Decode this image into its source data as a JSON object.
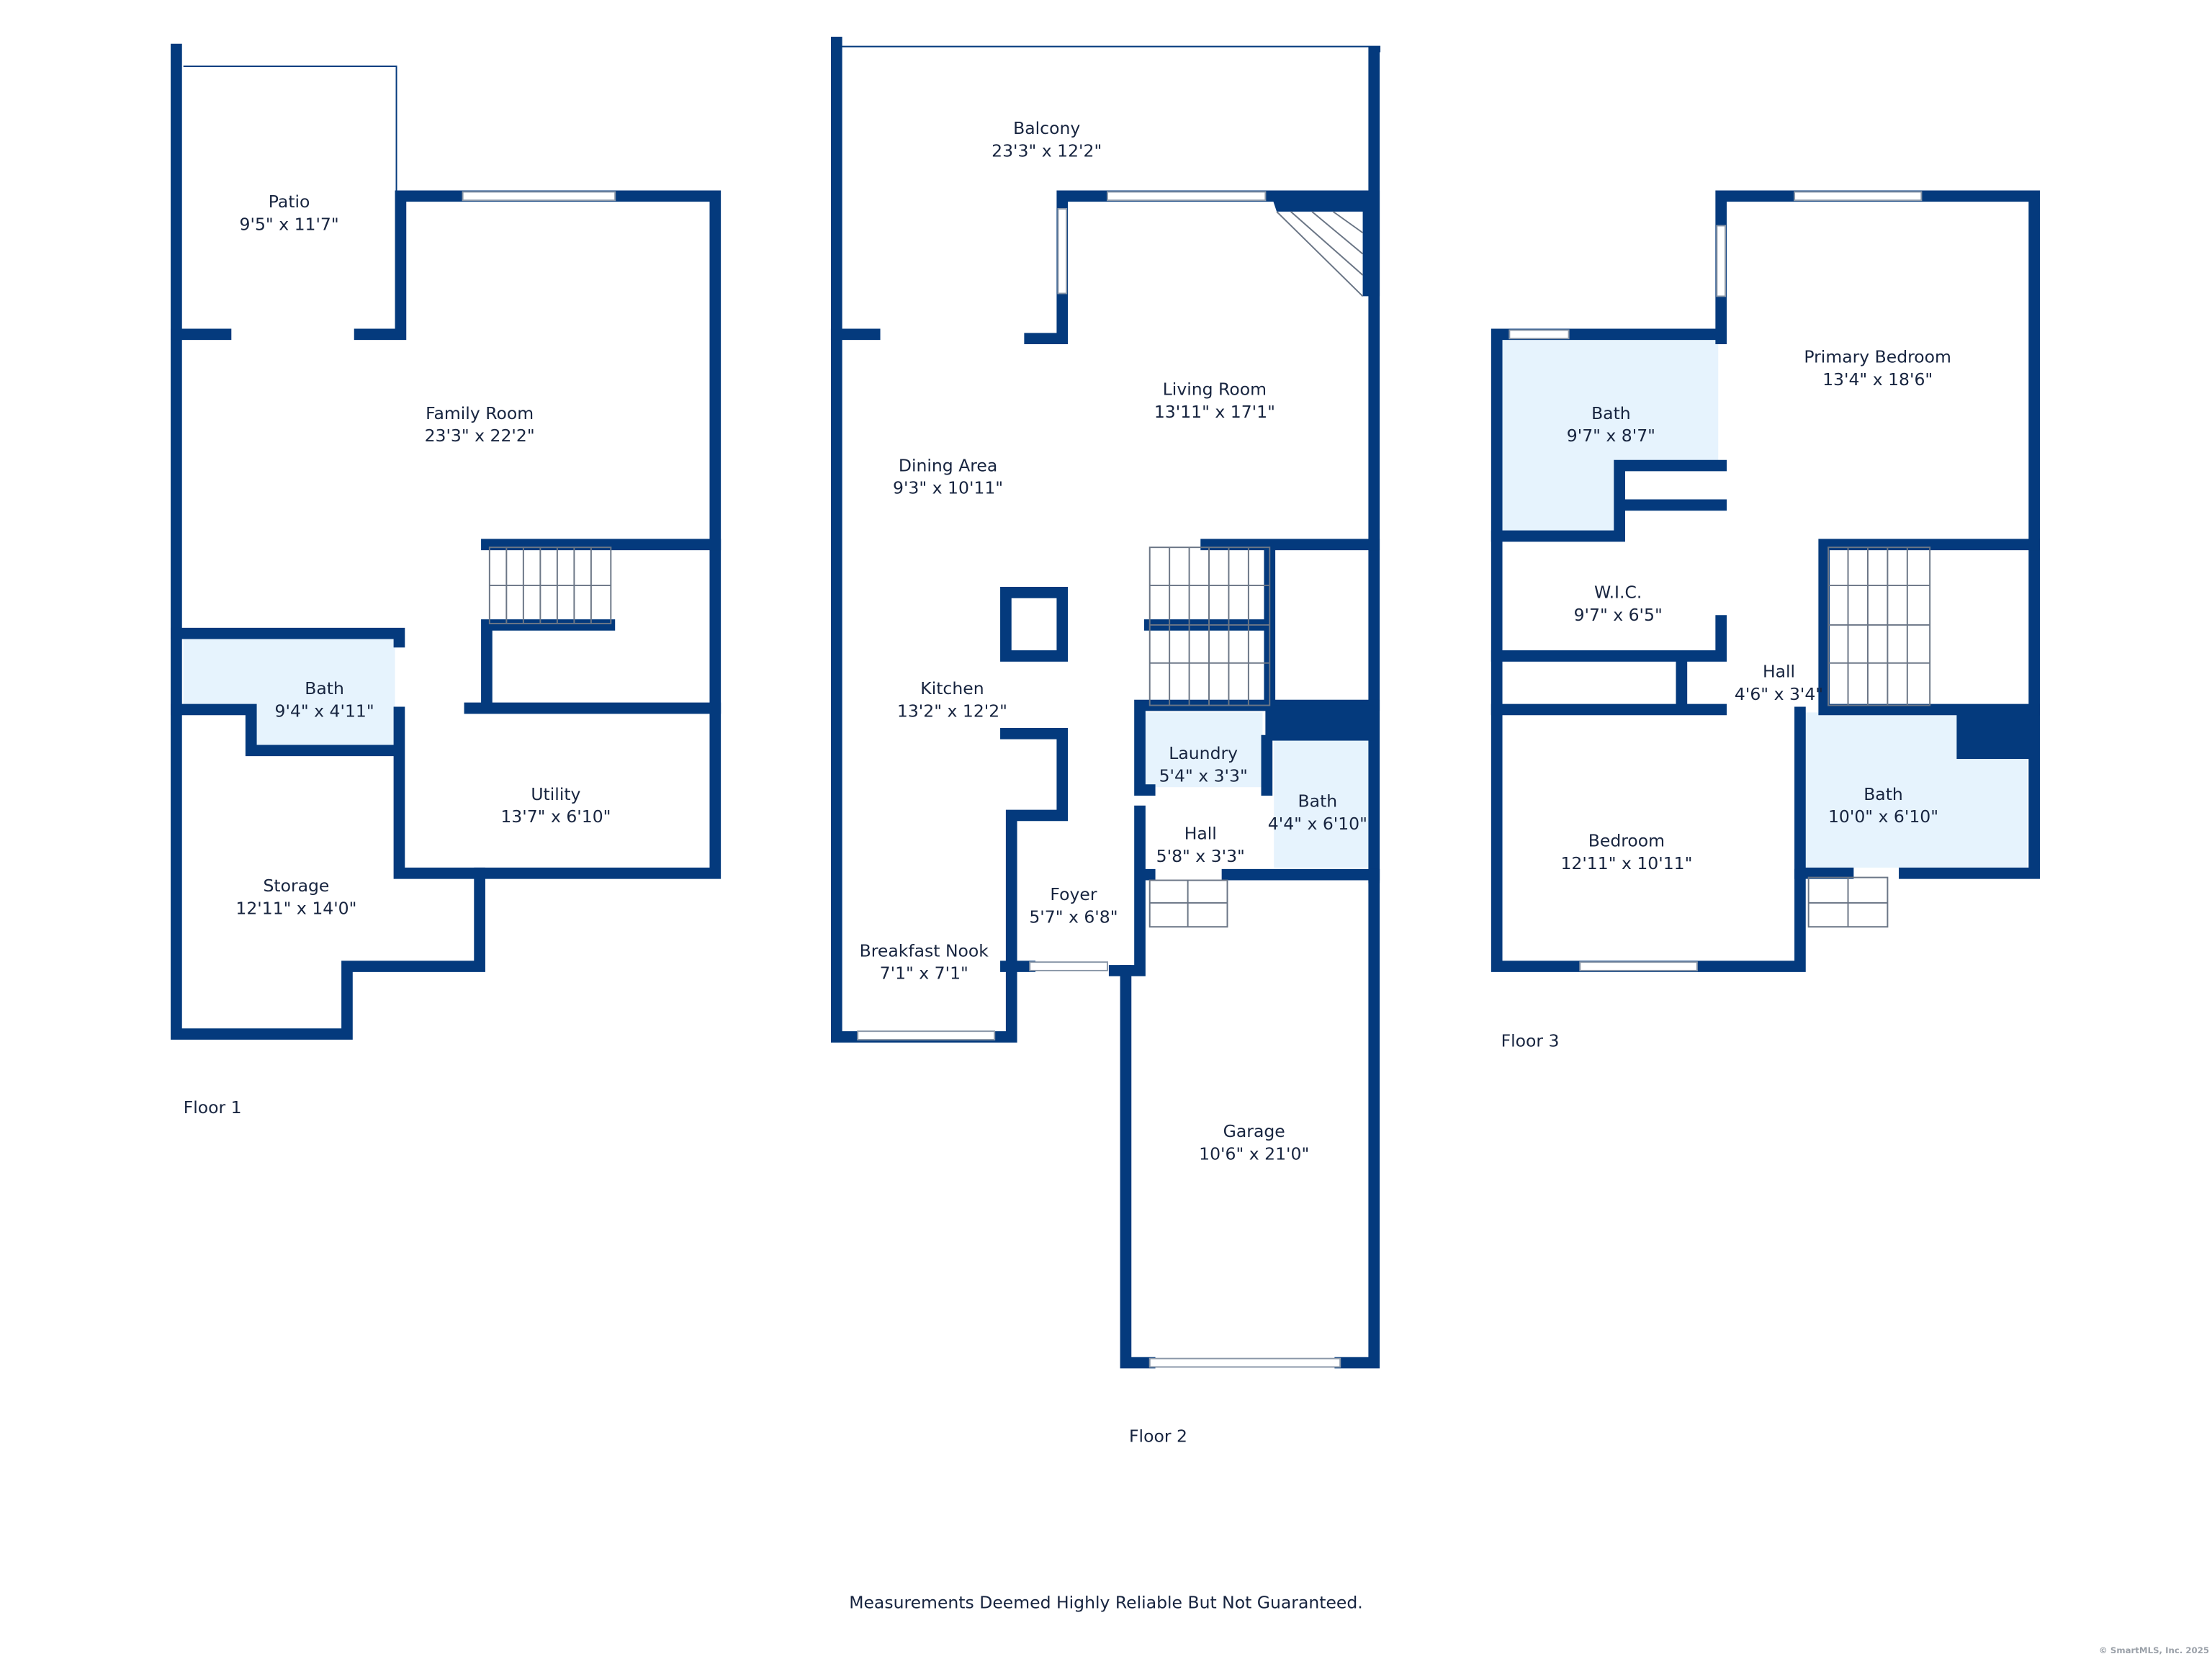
{
  "floors": [
    {
      "label": "Floor 1",
      "rooms": [
        {
          "name": "Patio",
          "size": "9'5\" x 11'7\""
        },
        {
          "name": "Family Room",
          "size": "23'3\" x 22'2\""
        },
        {
          "name": "Bath",
          "size": "9'4\" x 4'11\""
        },
        {
          "name": "Utility",
          "size": "13'7\" x 6'10\""
        },
        {
          "name": "Storage",
          "size": "12'11\" x 14'0\""
        }
      ]
    },
    {
      "label": "Floor 2",
      "rooms": [
        {
          "name": "Balcony",
          "size": "23'3\" x 12'2\""
        },
        {
          "name": "Living Room",
          "size": "13'11\" x 17'1\""
        },
        {
          "name": "Dining Area",
          "size": "9'3\" x 10'11\""
        },
        {
          "name": "Kitchen",
          "size": "13'2\" x 12'2\""
        },
        {
          "name": "Laundry",
          "size": "5'4\" x 3'3\""
        },
        {
          "name": "Bath",
          "size": "4'4\" x 6'10\""
        },
        {
          "name": "Hall",
          "size": "5'8\" x 3'3\""
        },
        {
          "name": "Foyer",
          "size": "5'7\" x 6'8\""
        },
        {
          "name": "Breakfast Nook",
          "size": "7'1\" x 7'1\""
        },
        {
          "name": "Garage",
          "size": "10'6\" x 21'0\""
        }
      ]
    },
    {
      "label": "Floor 3",
      "rooms": [
        {
          "name": "Primary Bedroom",
          "size": "13'4\" x 18'6\""
        },
        {
          "name": "Bath",
          "size": "9'7\" x 8'7\""
        },
        {
          "name": "W.I.C.",
          "size": "9'7\" x 6'5\""
        },
        {
          "name": "Hall",
          "size": "4'6\" x 3'4\""
        },
        {
          "name": "Bedroom",
          "size": "12'11\" x 10'11\""
        },
        {
          "name": "Bath",
          "size": "10'0\" x 6'10\""
        }
      ]
    }
  ],
  "disclaimer": "Measurements Deemed Highly Reliable But Not Guaranteed.",
  "copyright": "© SmartMLS, Inc.  2025",
  "colors": {
    "wall": "#043a7d",
    "bath_fill": "#e6f3fd"
  }
}
